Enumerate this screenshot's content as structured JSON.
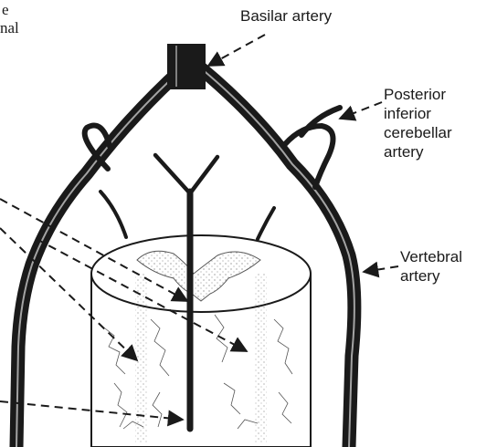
{
  "labels": {
    "partial_top_line1": "e",
    "partial_top_line2": "nal",
    "basilar_artery": "Basilar artery",
    "posterior_inferior_cerebellar_artery": [
      "Posterior",
      "inferior",
      "cerebellar",
      "artery"
    ],
    "vertebral_artery": [
      "Vertebral",
      "artery"
    ]
  },
  "colors": {
    "ink": "#1a1a1a",
    "background": "#ffffff",
    "stipple": "#6b6b6b"
  }
}
